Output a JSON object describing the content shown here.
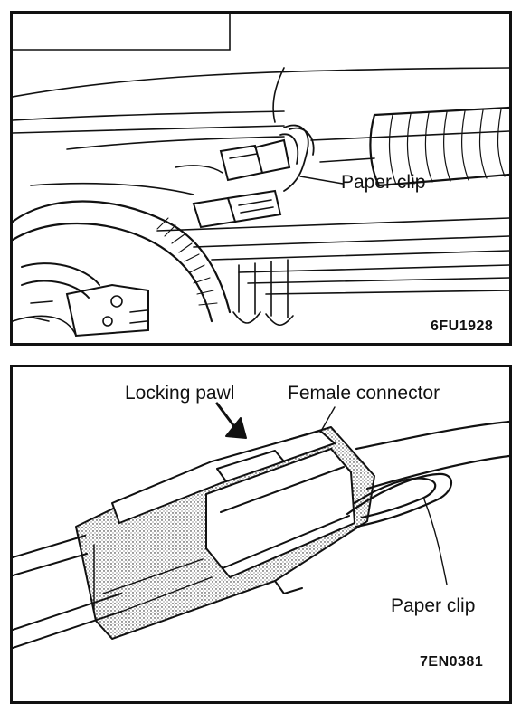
{
  "top_figure": {
    "callout_paper_clip": "Paper clip",
    "figure_code": "6FU1928"
  },
  "bottom_figure": {
    "callout_locking_pawl": "Locking pawl",
    "callout_female_connector": "Female connector",
    "callout_paper_clip": "Paper clip",
    "figure_code": "7EN0381"
  },
  "colors": {
    "ink": "#111111",
    "paper": "#ffffff"
  }
}
